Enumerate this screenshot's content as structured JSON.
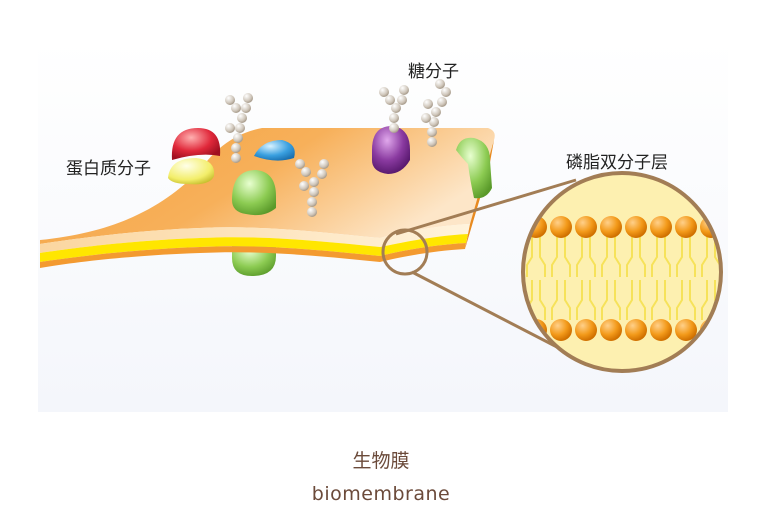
{
  "labels": {
    "protein": "蛋白质分子",
    "sugar": "糖分子",
    "bilayer": "磷脂双分子层"
  },
  "caption": {
    "title_cn": "生物膜",
    "title_en": "biomembrane"
  },
  "colors": {
    "membrane_orange": "#f5a340",
    "membrane_yellow": "#ffe600",
    "membrane_cream": "#fde6c8",
    "zoom_ring": "#a27d55",
    "lipid_head": "#f39a1a",
    "protein_red": "#e0283a",
    "protein_purple": "#8a3aa0",
    "protein_green": "#8ccb52",
    "protein_blue": "#3aa0e0",
    "protein_yellow": "#f3ee6a",
    "sugar_bead": "#cfc6ba"
  }
}
